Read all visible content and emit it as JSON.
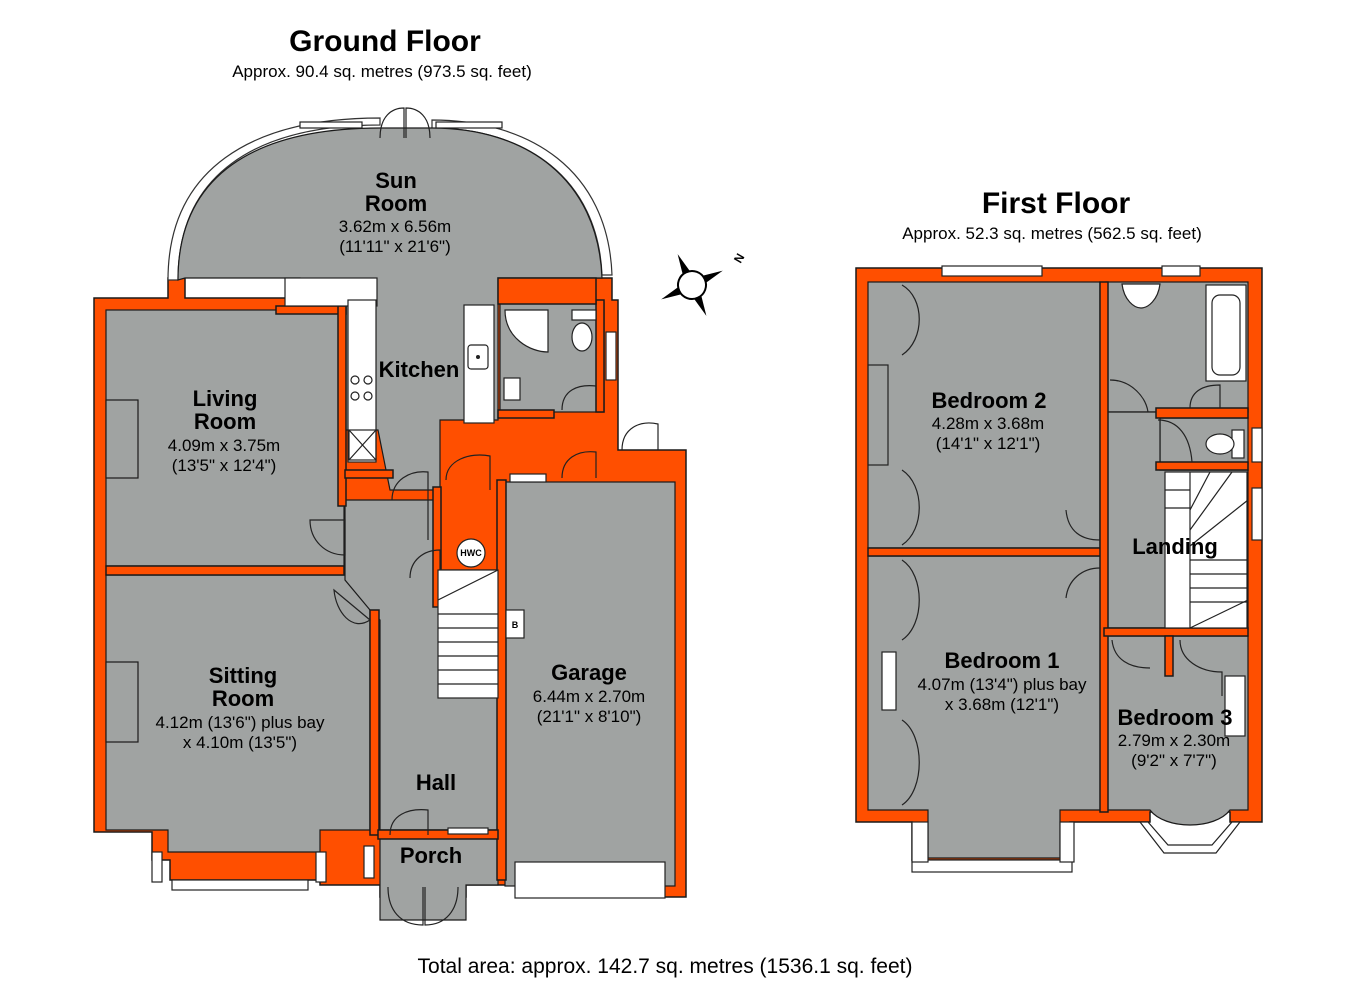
{
  "ground_floor": {
    "title": "Ground Floor",
    "area": "Approx. 90.4 sq. metres (973.5 sq. feet)",
    "rooms": {
      "sun_room": {
        "name_line1": "Sun",
        "name_line2": "Room",
        "dim_metric": "3.62m x 6.56m",
        "dim_imperial": "(11'11\" x 21'6\")"
      },
      "kitchen": {
        "name": "Kitchen"
      },
      "living_room": {
        "name_line1": "Living",
        "name_line2": "Room",
        "dim_metric": "4.09m x 3.75m",
        "dim_imperial": "(13'5\" x 12'4\")"
      },
      "sitting_room": {
        "name_line1": "Sitting",
        "name_line2": "Room",
        "dim_line1": "4.12m (13'6\") plus bay",
        "dim_line2": "x 4.10m (13'5\")"
      },
      "garage": {
        "name": "Garage",
        "dim_metric": "6.44m x 2.70m",
        "dim_imperial": "(21'1\" x 8'10\")"
      },
      "hall": {
        "name": "Hall"
      },
      "porch": {
        "name": "Porch"
      },
      "hwc_label": "HWC",
      "boiler_label": "B"
    }
  },
  "first_floor": {
    "title": "First Floor",
    "area": "Approx. 52.3 sq. metres (562.5 sq. feet)",
    "rooms": {
      "bedroom2": {
        "name": "Bedroom 2",
        "dim_metric": "4.28m x 3.68m",
        "dim_imperial": "(14'1\" x 12'1\")"
      },
      "bedroom1": {
        "name": "Bedroom 1",
        "dim_line1": "4.07m (13'4\") plus bay",
        "dim_line2": "x 3.68m (12'1\")"
      },
      "bedroom3": {
        "name": "Bedroom 3",
        "dim_metric": "2.79m x 2.30m",
        "dim_imperial": "(9'2\" x 7'7\")"
      },
      "landing": {
        "name": "Landing"
      }
    }
  },
  "compass": {
    "label": "N"
  },
  "total_area": "Total area: approx. 142.7 sq. metres (1536.1 sq. feet)",
  "colors": {
    "wall": "#ff4f00",
    "floor": "#a0a3a2",
    "fixture": "#ffffff"
  }
}
